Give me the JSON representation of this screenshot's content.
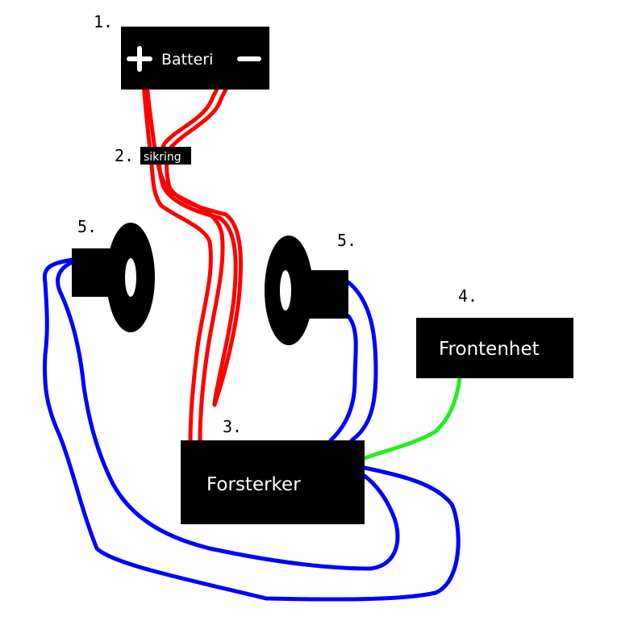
{
  "labels": {
    "battery_number": "1.",
    "fuse_number": "2.",
    "amplifier_number": "3.",
    "head_unit_number": "4.",
    "speaker_left_number": "5.",
    "speaker_right_number": "5."
  },
  "boxes": {
    "battery": "Batteri",
    "fuse": "sikring",
    "amplifier": "Forsterker",
    "head_unit": "Frontenhet"
  },
  "colors": {
    "power_wire": "#ff0000",
    "speaker_wire": "#0000ff",
    "signal_wire": "#22ee22",
    "component": "#000000"
  }
}
